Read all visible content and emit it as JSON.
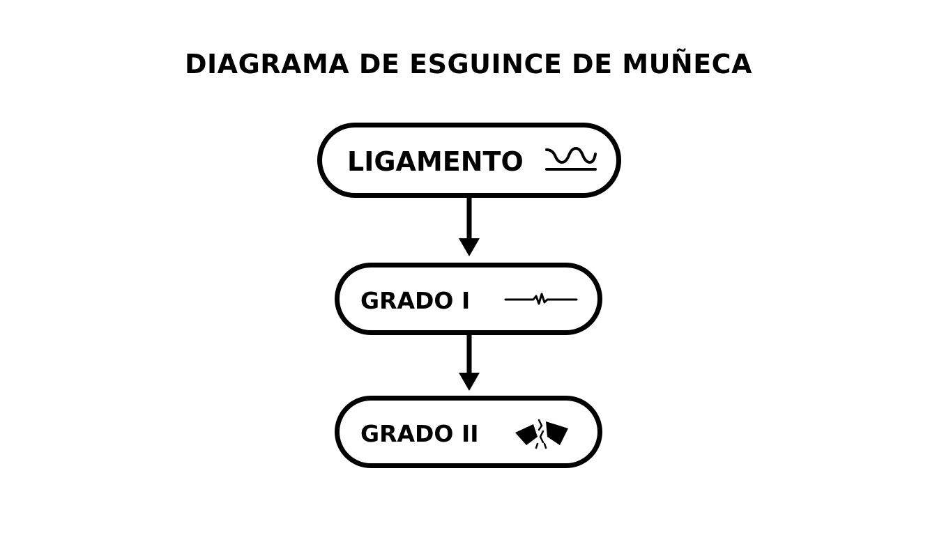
{
  "title": "DIAGRAMA DE ESGUINCE DE MUÑECA",
  "nodes": [
    {
      "label": "LIGAMENTO",
      "icon": "wavy-ligament-icon"
    },
    {
      "label": "GRADO I",
      "icon": "stretched-ligament-icon"
    },
    {
      "label": "GRADO II",
      "icon": "partial-tear-icon"
    }
  ],
  "colors": {
    "stroke": "#000000",
    "background": "#ffffff"
  }
}
